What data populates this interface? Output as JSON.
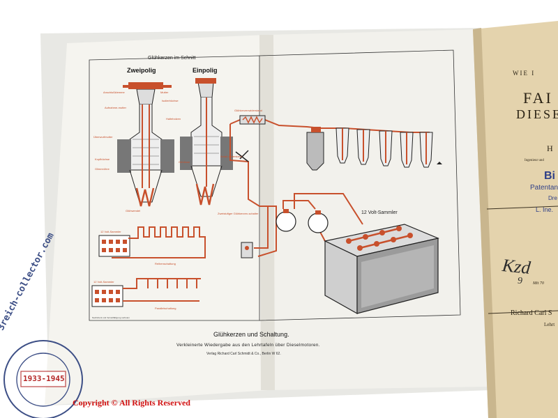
{
  "colors": {
    "background": "#ffffff",
    "page_left": "#f5f4ef",
    "page_right": "#f2f1ec",
    "brochure_cover": "#e4d3ad",
    "wire_red": "#c8502c",
    "line_dark": "#1c1c1c",
    "watermark_blue": "#3d4f86",
    "watermark_red": "#b42626",
    "copyright_red": "#d01010"
  },
  "diagram": {
    "header": "Glühkerzen im Schnitt",
    "label_left": "Zweipolig",
    "label_right": "Einpolig",
    "small_labels": [
      "Anschlußklemme",
      "Mutter",
      "Isolierbüchse",
      "Aufnahme-mutter",
      "Haltebolzen",
      "Überwurfmutter",
      "Kopfbüchse",
      "Glimmröhre",
      "Glühwendel",
      "Gehäuse",
      "Glühkerzenwiderstand",
      "Anlaß-widerstand",
      "Zweistufiger Glühkerzen-schalter",
      "12 Volt-Sammler",
      "Reihenschaltung",
      "Parallelschaltung",
      "12 Volt-Sammler"
    ],
    "battery_label": "12 Volt-Sammler",
    "footer_tiny": "Nachdruck und Vervielfältigung verboten"
  },
  "caption": {
    "title": "Glühkerzen und Schaltung.",
    "subtitle": "Verkleinerte Wiedergabe aus den Lehrtafeln über Dieselmotoren.",
    "publisher": "Verlag Richard Carl Schmidt & Co., Berlin W 62."
  },
  "cover": {
    "line1": "WIE I",
    "line2": "FAI",
    "line3": "DIESE",
    "line4": "H",
    "line5": "Ingenieur und",
    "stamp1": "Bi",
    "stamp2": "Patentan",
    "stamp3": "Dre",
    "stamp4": "L. Ine.",
    "handwriting": "Kzd",
    "handwriting2": "9",
    "line6": "Mit 70",
    "publisher": "Richard Carl S",
    "publisher2": "Lehrt"
  },
  "watermark": {
    "top_text": "3reich-collector.com",
    "years": "1933-1945",
    "copyright": "Copyright © All Rights Reserved"
  }
}
